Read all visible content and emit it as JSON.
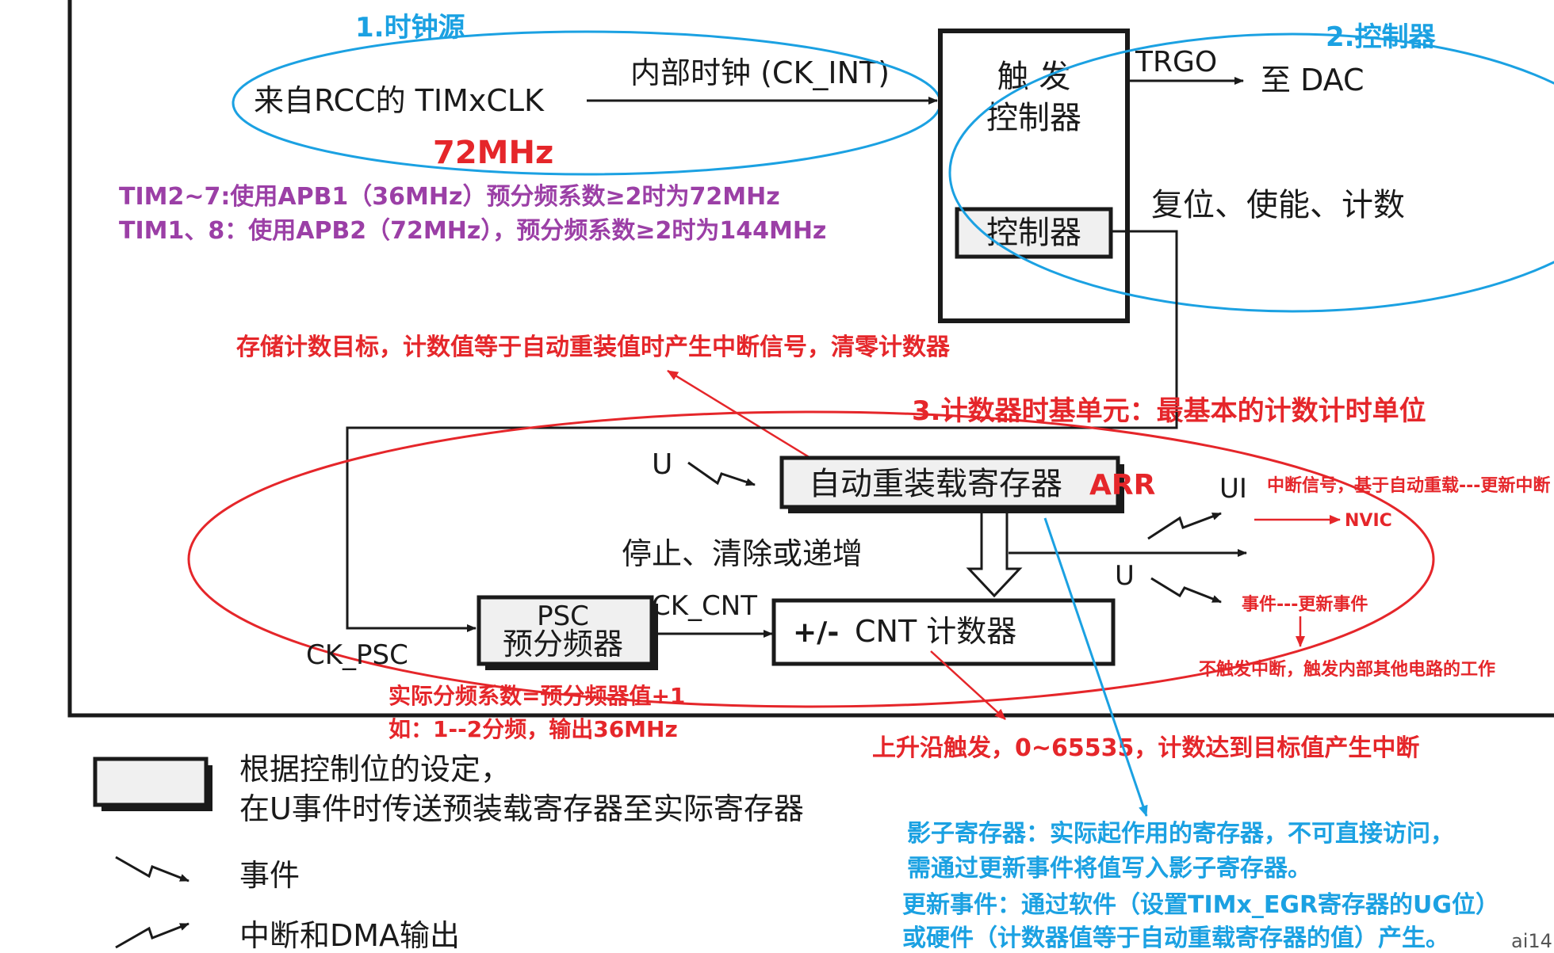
{
  "clock_source": {
    "title": "1.时钟源",
    "source": "来自RCC的 TIMxCLK",
    "internal_clock": "内部时钟 (CK_INT)",
    "freq": "72MHz",
    "note_line1": "TIM2~7:使用APB1（36MHz）预分频系数≥2时为72MHz",
    "note_line2": "TIM1、8：使用APB2（72MHz），预分频系数≥2时为144MHz"
  },
  "controller": {
    "title": "2.控制器",
    "trigger_line1": "触 发",
    "trigger_line2": "控制器",
    "inner_box": "控制器",
    "trgo": "TRGO",
    "to_dac": "至 DAC",
    "reset_enable_count": "复位、使能、计数"
  },
  "timebase": {
    "title": "3.计数器时基单元：最基本的计数计时单位",
    "arr_note": "存储计数目标，计数值等于自动重装值时产生中断信号，清零计数器",
    "arr_box": "自动重装载寄存器",
    "arr_tag": "ARR",
    "u_label_top": "U",
    "u_label_right": "U",
    "ui_label": "UI",
    "stop_clear": "停止、清除或递增",
    "psc_line1": "PSC",
    "psc_line2": "预分频器",
    "ck_cnt": "CK_CNT",
    "ck_psc": "CK_PSC",
    "cnt_box_prefix": "+/-",
    "cnt_box_name": "CNT 计数器",
    "interrupt_note": "中断信号，基于自动重载---更新中断",
    "nvic": "NVIC",
    "event_note": "事件---更新事件",
    "no_interrupt_note": "不触发中断，触发内部其他电路的工作",
    "div_note1": "实际分频系数=预分频器值+1",
    "div_note2": "如：1--2分频，输出36MHz",
    "cnt_note": "上升沿触发，0~65535，计数达到目标值产生中断"
  },
  "legend": {
    "box_line1": "根据控制位的设定，",
    "box_line2": "在U事件时传送预装载寄存器至实际寄存器",
    "event": "事件",
    "interrupt_dma": "中断和DMA输出"
  },
  "shadow": {
    "line1": "影子寄存器：实际起作用的寄存器，不可直接访问，",
    "line2": "需通过更新事件将值写入影子寄存器。",
    "line3": "更新事件：通过软件（设置TIMx_EGR寄存器的UG位）",
    "line4": "或硬件（计数器值等于自动重载寄存器的值）产生。"
  },
  "figure_id": "ai14",
  "colors": {
    "blue": "#1BA1E2",
    "red": "#E5262A",
    "purple": "#9B3FA6",
    "black": "#1a1a1a"
  }
}
